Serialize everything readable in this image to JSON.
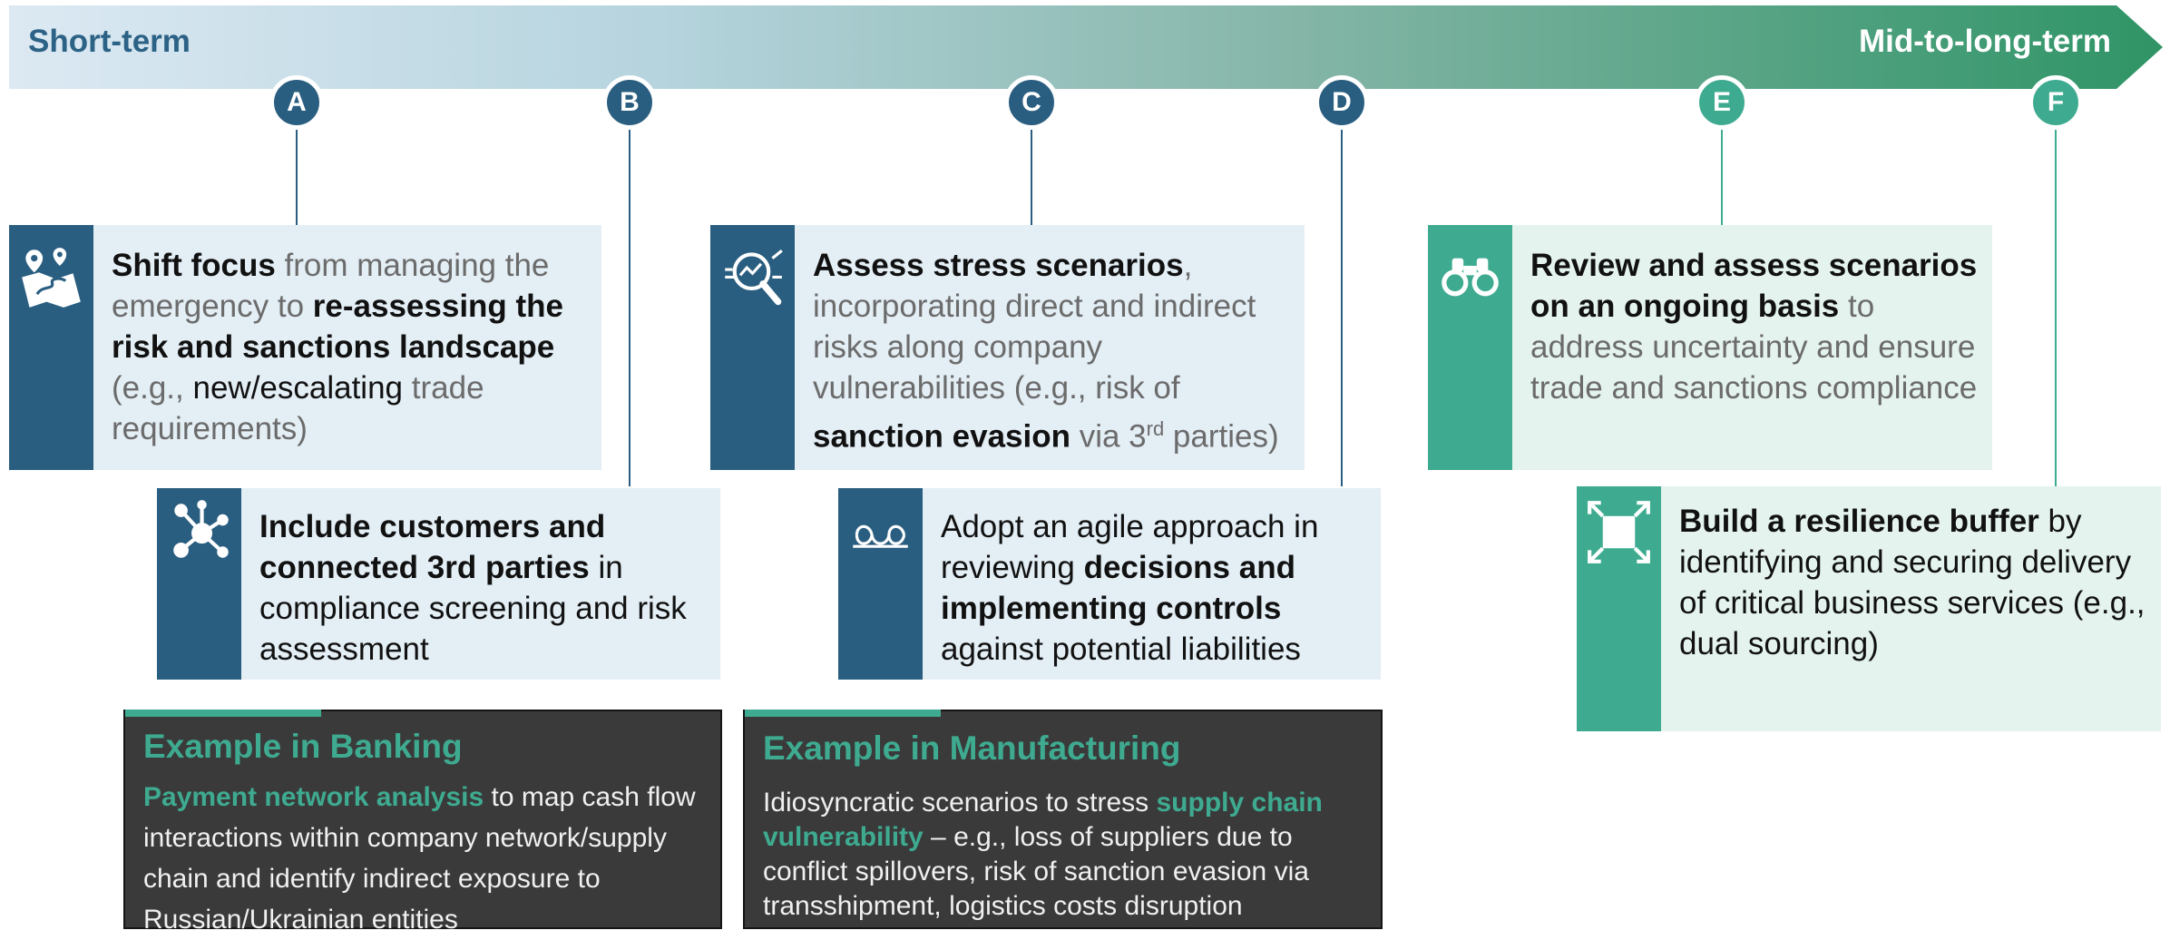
{
  "timeline": {
    "start_label": "Short-term",
    "end_label": "Mid-to-long-term"
  },
  "markers": {
    "a": "A",
    "b": "B",
    "c": "C",
    "d": "D",
    "e": "E",
    "f": "F"
  },
  "cards": {
    "a": {
      "icon": "map-pin-icon",
      "parts": [
        "Shift focus",
        " from managing the emergency to ",
        "re-assessing the risk and sanctions landscape",
        " (e.g., ",
        "new/escalating",
        " trade requirements)"
      ]
    },
    "b": {
      "icon": "network-icon",
      "parts": [
        "Include customers and connected 3rd parties",
        " in compliance screening and risk assessment"
      ]
    },
    "c": {
      "icon": "magnifier-chart-icon",
      "parts": [
        "Assess stress scenarios",
        ", incorporating direct and indirect risks along company vulnerabilities (e.g., risk of ",
        "sanction evasion",
        " via 3",
        "rd",
        " parties)"
      ]
    },
    "d": {
      "icon": "infinity-loop-icon",
      "parts": [
        "Adopt an agile approach in reviewing ",
        "decisions and implementing controls",
        " against potential liabilities"
      ]
    },
    "e": {
      "icon": "binoculars-icon",
      "parts": [
        "Review and assess scenarios on an ongoing basis",
        " to address uncertainty and ensure trade and sanctions compliance"
      ]
    },
    "f": {
      "icon": "expand-arrows-icon",
      "parts": [
        "Build a resilience buffer",
        " by identifying and securing delivery of critical business services (e.g., dual sourcing)"
      ]
    }
  },
  "examples": {
    "banking": {
      "title": "Example in Banking",
      "highlight": "Payment network analysis",
      "body": " to map cash flow interactions within company network/supply chain and identify indirect exposure to Russian/Ukrainian entities"
    },
    "manufacturing": {
      "title": "Example in Manufacturing",
      "intro": "Idiosyncratic scenarios to stress ",
      "highlight": "supply chain vulnerability",
      "body": " – e.g., loss of suppliers due to conflict spillovers, risk of sanction evasion via transshipment, logistics costs disruption"
    }
  },
  "colors": {
    "dark_blue": "#2a5e80",
    "light_blue": "#e3eef5",
    "green": "#3eab90",
    "light_green": "#e4f3ee",
    "dark_gray": "#3a3a3a"
  }
}
